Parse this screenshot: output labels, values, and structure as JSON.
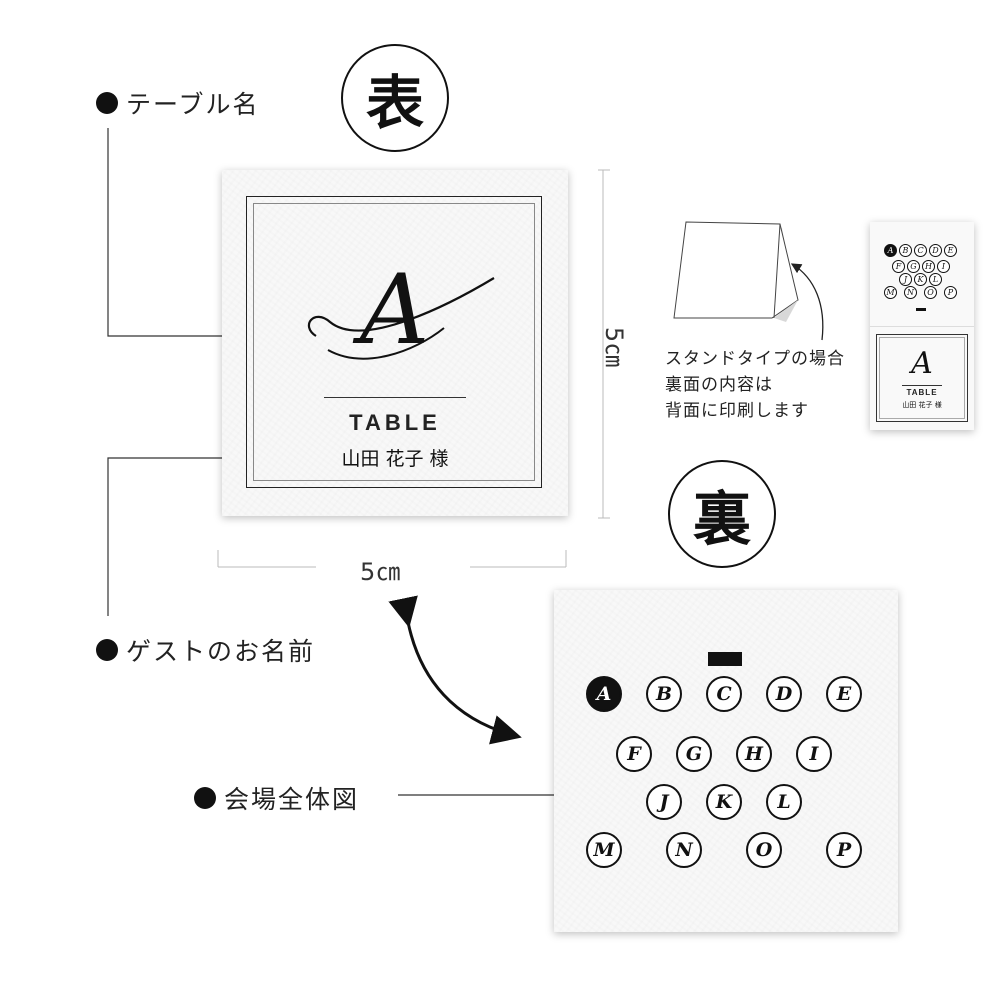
{
  "labels": {
    "front_badge": "表",
    "back_badge": "裏",
    "table_name": "テーブル名",
    "guest_name": "ゲストのお名前",
    "venue_map": "会場全体図",
    "size_w": "5㎝",
    "size_h": "5㎝"
  },
  "front_card": {
    "initial": "A",
    "table_word": "TABLE",
    "guest": "山田 花子 様"
  },
  "stand_note": {
    "line1": "スタンドタイプの場合",
    "line2": "裏面の内容は",
    "line3": "背面に印刷します"
  },
  "mini_card": {
    "initial": "A",
    "table_word": "TABLE",
    "guest": "山田 花子 様"
  },
  "back_card": {
    "rows": [
      [
        "A",
        "B",
        "C",
        "D",
        "E"
      ],
      [
        "F",
        "G",
        "H",
        "I"
      ],
      [
        "J",
        "K",
        "L"
      ],
      [
        "M",
        "N",
        "O",
        "P"
      ]
    ],
    "highlighted": "A"
  },
  "colors": {
    "ink": "#111111",
    "card": "#f8f8f8",
    "line": "#555555"
  }
}
